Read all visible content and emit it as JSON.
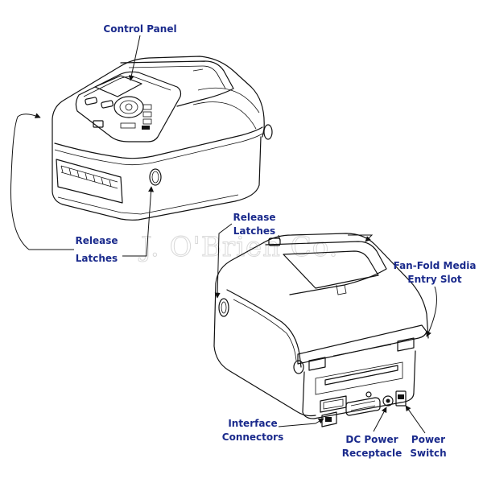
{
  "labels": {
    "control_panel": "Control Panel",
    "release_latches_left": [
      "Release",
      "Latches"
    ],
    "release_latches_right": [
      "Release",
      "Latches"
    ],
    "fan_fold": [
      "Fan-Fold Media",
      "Entry Slot"
    ],
    "interface_connectors": [
      "Interface",
      "Connectors"
    ],
    "dc_power": [
      "DC Power",
      "Receptacle"
    ],
    "power_switch": [
      "Power",
      "Switch"
    ]
  },
  "watermark": "J. O'Brien Co.",
  "colors": {
    "label": "#1a2a8c",
    "ink": "#111111",
    "watermark": "#d9d9d9"
  }
}
